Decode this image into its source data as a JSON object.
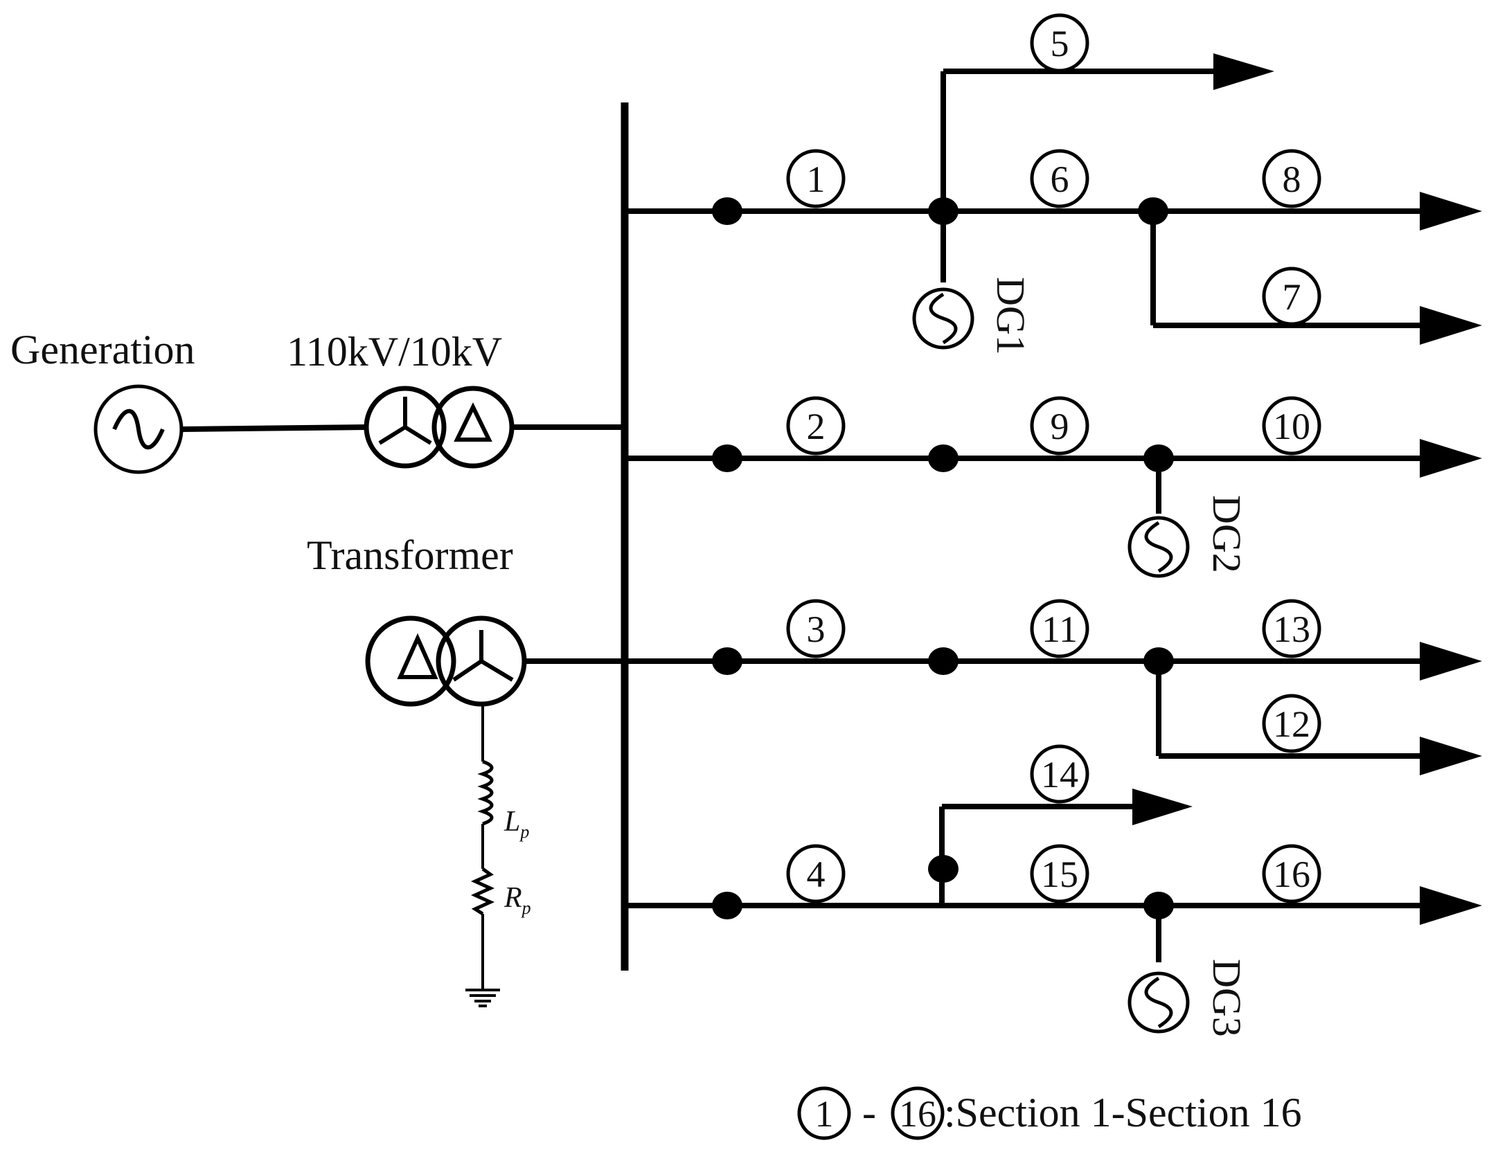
{
  "labels": {
    "generation": "Generation",
    "transformer_rating": "110kV/10kV",
    "transformer": "Transformer",
    "lp": "L",
    "lp_sub": "p",
    "rp": "R",
    "rp_sub": "p"
  },
  "sections": [
    "1",
    "2",
    "3",
    "4",
    "5",
    "6",
    "7",
    "8",
    "9",
    "10",
    "11",
    "12",
    "13",
    "14",
    "15",
    "16"
  ],
  "dg": {
    "dg1": "DG1",
    "dg2": "DG2",
    "dg3": "DG3"
  },
  "legend": {
    "start": "1",
    "dash": "-",
    "end": "16",
    "text": ":Section 1-Section 16"
  }
}
